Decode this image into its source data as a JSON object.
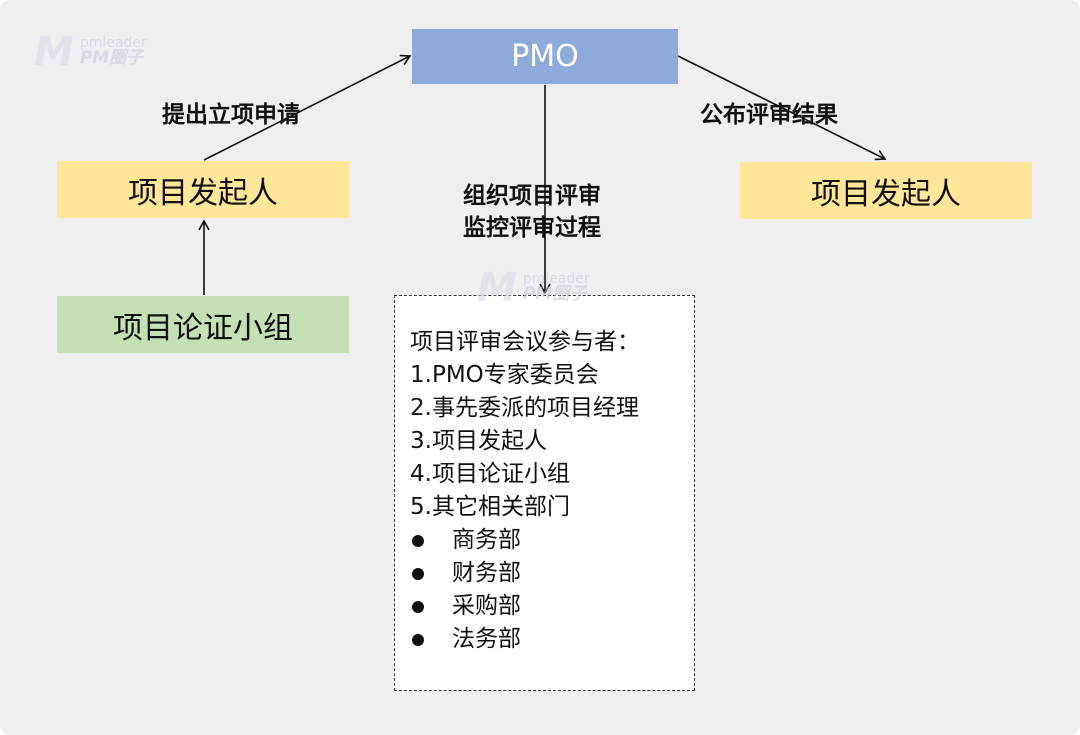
{
  "pmo": "PMO",
  "initiator_left": "项目发起人",
  "initiator_right": "项目发起人",
  "review_group": "项目论证小组",
  "edge_labels": {
    "submit": "提出立项申请",
    "publish": "公布评审结果",
    "organize": "组织项目评审",
    "monitor": "监控评审过程"
  },
  "participants": {
    "title": "项目评审会议参与者：",
    "items": [
      "1.PMO专家委员会",
      "2.事先委派的项目经理",
      "3.项目发起人",
      "4.项目论证小组",
      "5.其它相关部门"
    ],
    "departments": [
      "商务部",
      "财务部",
      "采购部",
      "法务部"
    ]
  },
  "watermark": {
    "line1": "pmleader",
    "line2": "PM圈子",
    "mark": "M"
  }
}
